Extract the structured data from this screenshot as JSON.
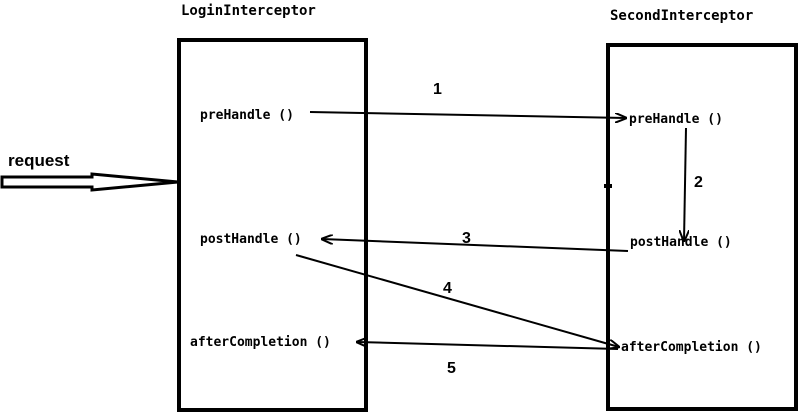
{
  "interceptors": [
    {
      "title": "LoginInterceptor",
      "methods": {
        "pre": "preHandle ()",
        "post": "postHandle ()",
        "after": "afterCompletion ()"
      }
    },
    {
      "title": "SecondInterceptor",
      "methods": {
        "pre": "preHandle ()",
        "post": "postHandle ()",
        "after": "afterCompletion ()"
      }
    }
  ],
  "request_label": "request",
  "steps": [
    "1",
    "2",
    "3",
    "4",
    "5"
  ],
  "colors": {
    "stroke": "#000000",
    "background": "#ffffff"
  }
}
